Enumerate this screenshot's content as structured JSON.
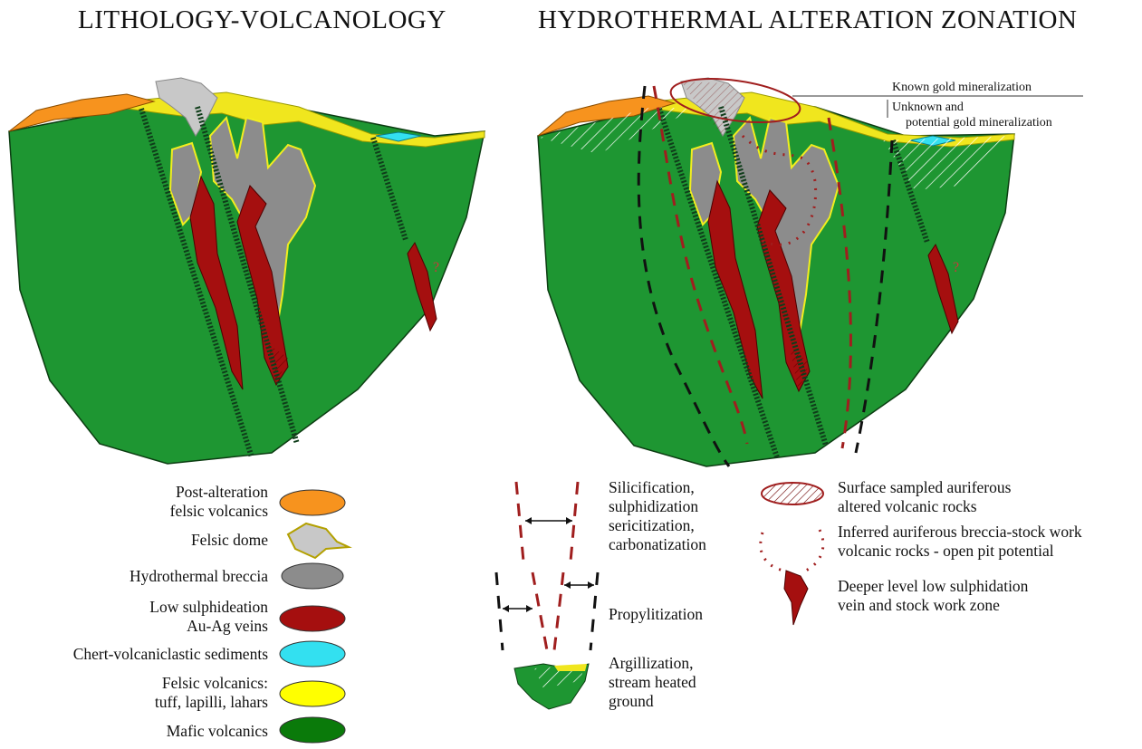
{
  "titles": {
    "left": "LITHOLOGY-VOLCANOLOGY",
    "right": "HYDROTHERMAL ALTERATION ZONATION"
  },
  "annotations": {
    "known_gold": "Known gold mineralization",
    "unknown_gold_1": "Unknown and",
    "unknown_gold_2": "potential gold mineralization",
    "question_mark": "?"
  },
  "lithology_legend": [
    {
      "line1": "Post-alteration",
      "line2": "felsic volcanics",
      "color": "#f7931e"
    },
    {
      "line1": "Felsic dome",
      "line2": "",
      "color": "#c0c0c0"
    },
    {
      "line1": "Hydrothermal breccia",
      "line2": "",
      "color": "#8c8c8c"
    },
    {
      "line1": "Low sulphideation",
      "line2": "Au-Ag veins",
      "color": "#a50f0f"
    },
    {
      "line1": "Chert-volcaniclastic sediments",
      "line2": "",
      "color": "#33e0f0"
    },
    {
      "line1": "Felsic volcanics:",
      "line2": "tuff, lapilli, lahars",
      "color": "#ffff00"
    },
    {
      "line1": "Mafic volcanics",
      "line2": "",
      "color": "#0a7a0a"
    }
  ],
  "alteration_legend": [
    {
      "line1": "Silicification,",
      "line2": "sulphidization",
      "line3": "sericitization,",
      "line4": "carbonatization"
    },
    {
      "line1": "Propylitization"
    },
    {
      "line1": "Argillization,",
      "line2": "stream heated",
      "line3": "ground"
    }
  ],
  "mineralization_legend": [
    {
      "line1": "Surface sampled auriferous",
      "line2": "altered volcanic rocks"
    },
    {
      "line1": "Inferred auriferous breccia-stock work",
      "line2": "volcanic rocks - open pit potential"
    },
    {
      "line1": "Deeper level low sulphidation",
      "line2": "vein and stock work zone"
    }
  ],
  "colors": {
    "mafic": "#1e9632",
    "felsic": "#f0e61e",
    "post_alteration": "#f7931e",
    "dome": "#c8c8c8",
    "breccia": "#8c8c8c",
    "vein": "#a50f0f",
    "chert": "#33e0f0",
    "silicification_line": "#a01e1e",
    "propylitization_line": "#111111"
  }
}
